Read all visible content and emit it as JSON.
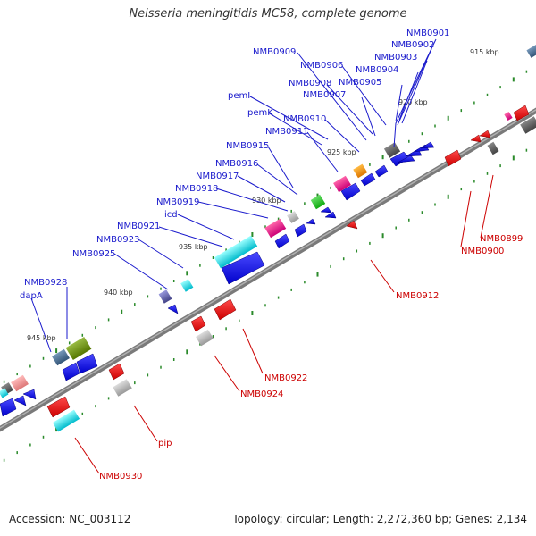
{
  "title": "Neisseria meningitidis MC58, complete genome",
  "footer": {
    "accession": "Accession: NC_003112",
    "topology": "Topology: circular; Length: 2,272,360 bp; Genes: 2,134"
  },
  "colors": {
    "forward_label": "#1a1acc",
    "reverse_label": "#cc0000",
    "backbone": "#808080",
    "tick": "#2a8a2a"
  },
  "kbp_ticks": [
    "915 kbp",
    "920 kbp",
    "925 kbp",
    "930 kbp",
    "935 kbp",
    "940 kbp",
    "945 kbp"
  ],
  "forward_genes": [
    "NMB0901",
    "NMB0902",
    "NMB0903",
    "NMB0904",
    "NMB0905",
    "NMB0906",
    "NMB0907",
    "NMB0908",
    "NMB0909",
    "pemI",
    "pemK",
    "NMB0910",
    "NMB0911",
    "NMB0915",
    "NMB0916",
    "NMB0917",
    "NMB0918",
    "NMB0919",
    "icd",
    "NMB0921",
    "NMB0923",
    "NMB0925",
    "NMB0928",
    "dapA"
  ],
  "reverse_genes": [
    "NMB0899",
    "NMB0900",
    "NMB0912",
    "NMB0922",
    "NMB0924",
    "pip",
    "NMB0930"
  ]
}
